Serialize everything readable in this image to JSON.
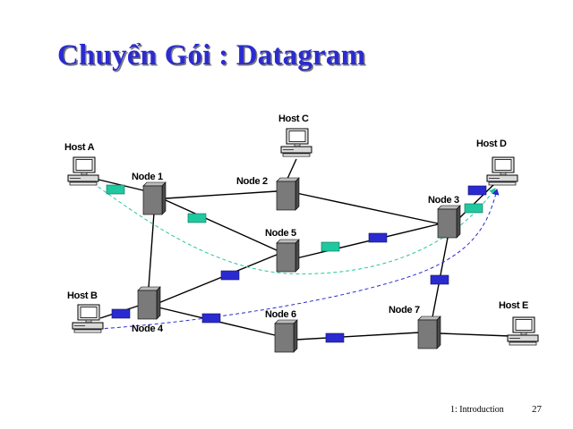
{
  "slide": {
    "title": "Chuyển Gói : Datagram",
    "footer_course": "1: Introduction",
    "footer_page": "27"
  },
  "colors": {
    "title": "#2b2bd1",
    "packet_path_1": "#20c8a0",
    "packet_path_2": "#2a2ad0",
    "router": "#707070",
    "link": "#000000"
  },
  "nodes": [
    {
      "id": "host-a",
      "label": "Host A",
      "kind": "host"
    },
    {
      "id": "host-b",
      "label": "Host B",
      "kind": "host"
    },
    {
      "id": "host-c",
      "label": "Host C",
      "kind": "host"
    },
    {
      "id": "host-d",
      "label": "Host D",
      "kind": "host"
    },
    {
      "id": "host-e",
      "label": "Host E",
      "kind": "host"
    },
    {
      "id": "node-1",
      "label": "Node 1",
      "kind": "router"
    },
    {
      "id": "node-2",
      "label": "Node 2",
      "kind": "router"
    },
    {
      "id": "node-3",
      "label": "Node 3",
      "kind": "router"
    },
    {
      "id": "node-4",
      "label": "Node 4",
      "kind": "router"
    },
    {
      "id": "node-5",
      "label": "Node 5",
      "kind": "router"
    },
    {
      "id": "node-6",
      "label": "Node 6",
      "kind": "router"
    },
    {
      "id": "node-7",
      "label": "Node 7",
      "kind": "router"
    }
  ],
  "links": [
    [
      "host-a",
      "node-1"
    ],
    [
      "node-1",
      "node-2"
    ],
    [
      "node-1",
      "node-5"
    ],
    [
      "node-1",
      "node-4"
    ],
    [
      "host-c",
      "node-2"
    ],
    [
      "node-2",
      "node-3"
    ],
    [
      "node-5",
      "node-3"
    ],
    [
      "node-4",
      "node-5"
    ],
    [
      "host-b",
      "node-4"
    ],
    [
      "node-4",
      "node-6"
    ],
    [
      "node-6",
      "node-7"
    ],
    [
      "node-3",
      "node-7"
    ],
    [
      "node-3",
      "host-d"
    ],
    [
      "node-7",
      "host-e"
    ]
  ],
  "packet_paths": [
    {
      "id": "path-a-to-d",
      "from": "host-a",
      "to": "host-d",
      "color": "#20c8a0",
      "style": "dashed"
    },
    {
      "id": "path-b-to-d",
      "from": "host-b",
      "to": "host-d",
      "color": "#2a2ad0",
      "style": "dashed"
    }
  ]
}
